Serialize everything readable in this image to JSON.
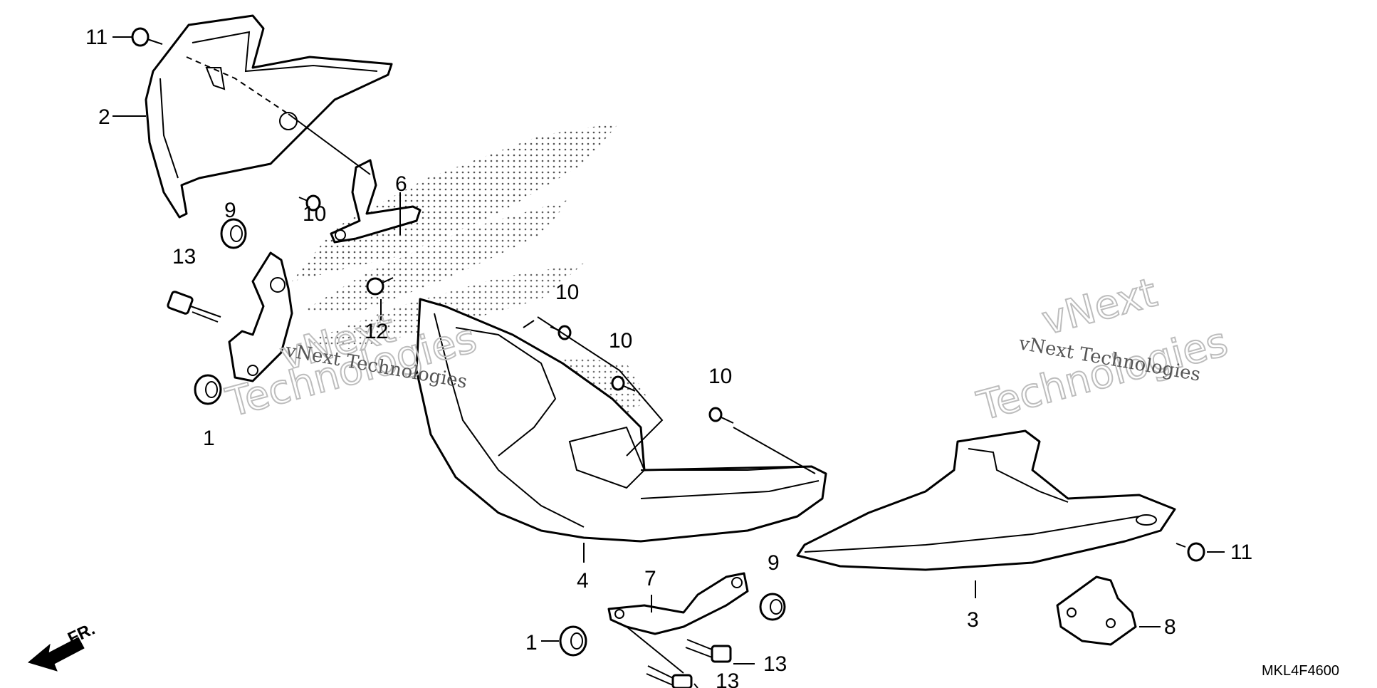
{
  "diagram": {
    "code": "MKL4F4600",
    "direction_label": "FR.",
    "watermarks": {
      "brand_top": "vNext",
      "brand_bottom": "Technologies",
      "full": "vNext Technologies"
    },
    "callouts": {
      "c1a": "1",
      "c1b": "1",
      "c2": "2",
      "c3": "3",
      "c4": "4",
      "c6": "6",
      "c7": "7",
      "c8": "8",
      "c9a": "9",
      "c9b": "9",
      "c10a": "10",
      "c10b": "10",
      "c10c": "10",
      "c10d": "10",
      "c11a": "11",
      "c11b": "11",
      "c12": "12",
      "c13a": "13",
      "c13b": "13",
      "c13c": "13"
    }
  }
}
